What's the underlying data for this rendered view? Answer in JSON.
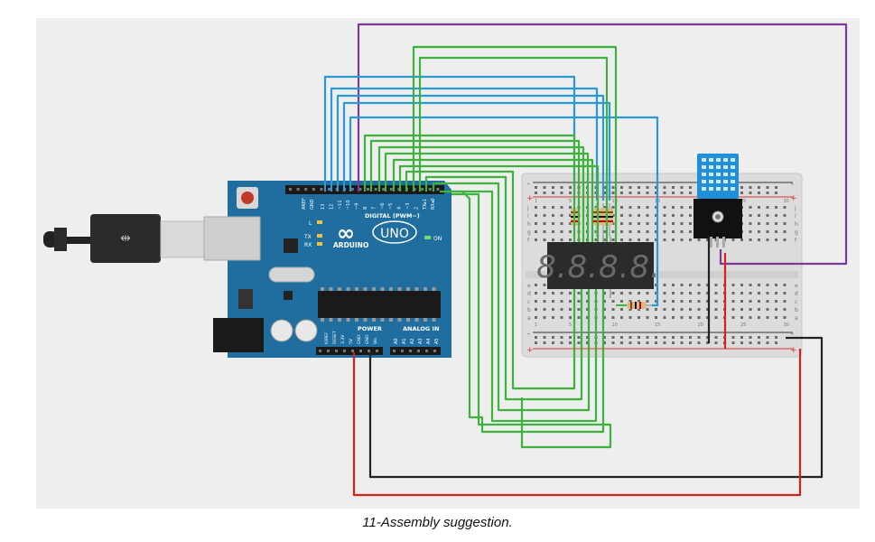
{
  "caption": "11-Assembly suggestion.",
  "arduino": {
    "brand": "ARDUINO",
    "model": "UNO",
    "digital_header": "DIGITAL (PWM~)",
    "power_header": "POWER",
    "analog_header": "ANALOG IN",
    "on_label": "ON",
    "l_label": "L",
    "tx_label": "TX",
    "rx_label": "RX",
    "aref": "AREF",
    "gnd": "GND",
    "digital_pins": [
      "13",
      "12",
      "~11",
      "~10",
      "~9",
      "8",
      "7",
      "~6",
      "~5",
      "4",
      "~3",
      "2",
      "TX▸1",
      "RX◂0"
    ],
    "power_pins": [
      "IOREF",
      "RESET",
      "3.3V",
      "5V",
      "GND",
      "GND",
      "Vin"
    ],
    "analog_pins": [
      "A0",
      "A1",
      "A2",
      "A3",
      "A4",
      "A5"
    ]
  },
  "display": {
    "digits": "8.8.8.8."
  },
  "breadboard": {
    "row_letters_top": [
      "j",
      "i",
      "h",
      "g",
      "f"
    ],
    "row_letters_bottom": [
      "e",
      "d",
      "c",
      "b",
      "a"
    ],
    "column_numbers": [
      "1",
      "5",
      "10",
      "15",
      "20",
      "25",
      "30"
    ],
    "rail_plus": "+",
    "rail_minus": "-"
  },
  "colors": {
    "board_blue": "#1f6e9f",
    "wire_green": "#3db33d",
    "wire_blue": "#2a9ad6",
    "wire_purple": "#7b3a9a",
    "wire_red": "#d62020",
    "wire_black": "#222222",
    "sensor_blue": "#1e8fd8",
    "canvas_bg": "#eeeeee"
  }
}
